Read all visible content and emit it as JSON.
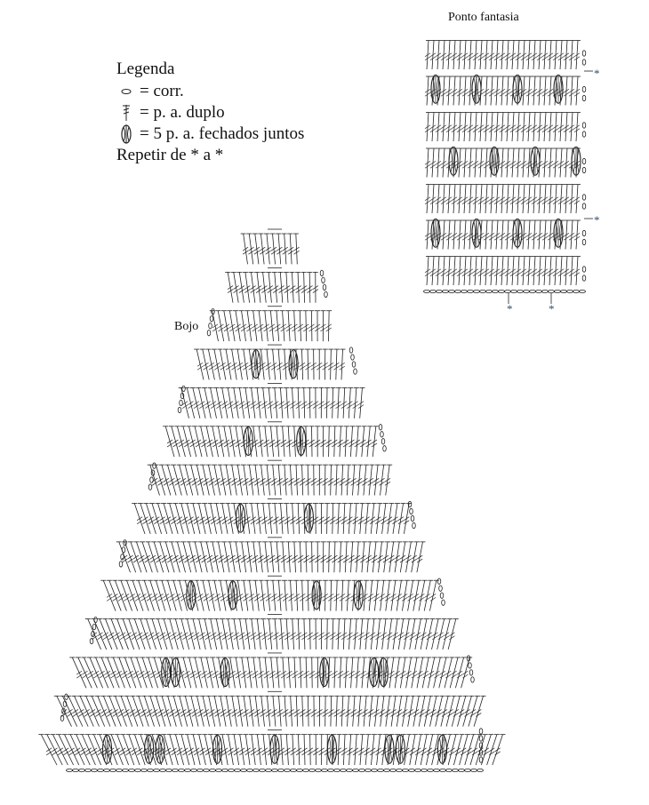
{
  "legend": {
    "title": "Legenda",
    "items": [
      {
        "symbol": "chain-stitch-icon",
        "label": "= corr."
      },
      {
        "symbol": "double-crochet-icon",
        "label": "= p. a. duplo"
      },
      {
        "symbol": "cluster-stitch-icon",
        "label": "= 5 p. a. fechados juntos"
      }
    ],
    "repeat_note": "Repetir de * a *"
  },
  "charts": {
    "fantasia_label": "Ponto fantasia",
    "bojo_label": "Bojo",
    "repeat_marker": "*"
  },
  "colors": {
    "ink": "#222222",
    "marker": "#2f4f6f"
  }
}
